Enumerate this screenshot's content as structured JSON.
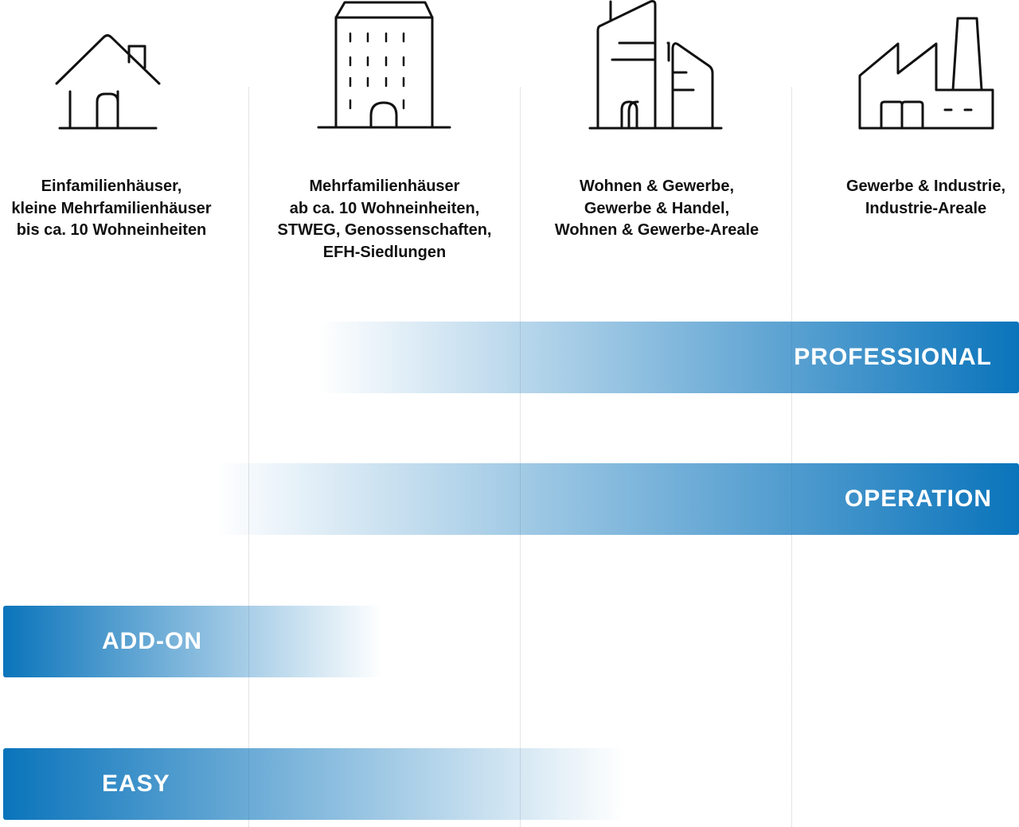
{
  "columns": [
    {
      "icon": "house-icon",
      "lines": [
        "Einfamilienhäuser,",
        "kleine Mehrfamilienhäuser",
        "bis ca. 10 Wohneinheiten"
      ]
    },
    {
      "icon": "apartment-building-icon",
      "lines": [
        "Mehrfamilienhäuser",
        "ab ca. 10 Wohneinheiten,",
        "STWEG, Genossenschaften,",
        "EFH-Siedlungen"
      ]
    },
    {
      "icon": "mixed-use-towers-icon",
      "lines": [
        "Wohnen & Gewerbe,",
        "Gewerbe & Handel,",
        "Wohnen & Gewerbe-Areale"
      ]
    },
    {
      "icon": "factory-icon",
      "lines": [
        "Gewerbe & Industrie,",
        "Industrie-Areale"
      ]
    }
  ],
  "tiers": {
    "professional": "PROFESSIONAL",
    "operation": "OPERATION",
    "addon": "ADD-ON",
    "easy": "EASY"
  },
  "colors": {
    "accent": "#0a74bb"
  }
}
